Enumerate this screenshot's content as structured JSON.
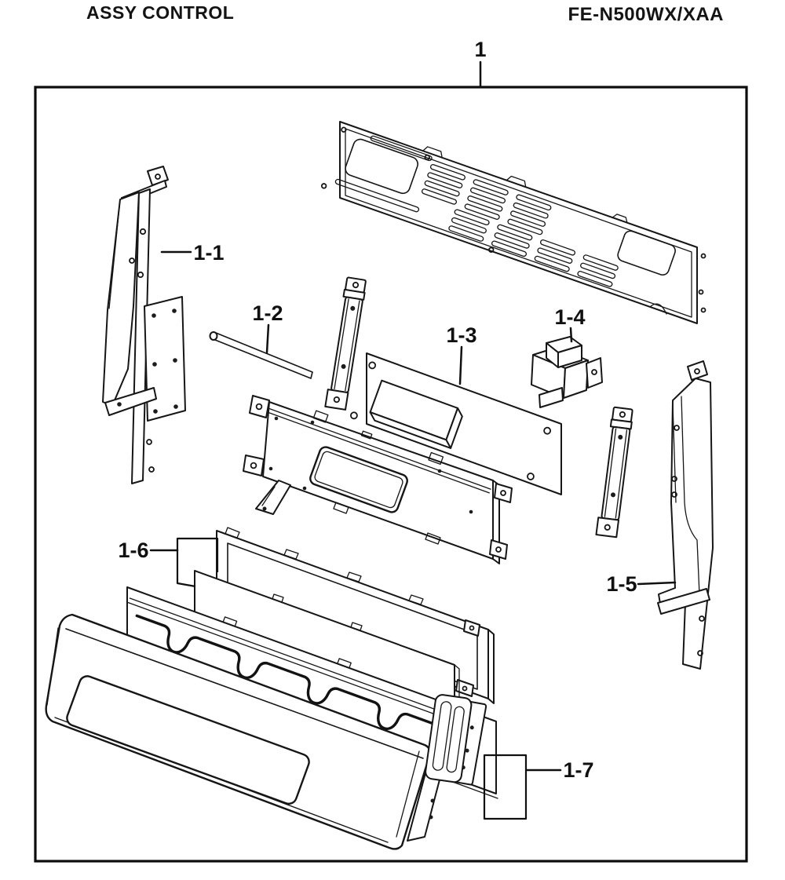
{
  "page": {
    "background": "#ffffff",
    "ink": "#161616"
  },
  "header": {
    "title": "ASSY CONTROL",
    "model": "FE-N500WX/XAA"
  },
  "figure": {
    "callouts": {
      "main": "1",
      "c11": "1-1",
      "c12": "1-2",
      "c13": "1-3",
      "c14": "1-4",
      "c15": "1-5",
      "c16": "1-6",
      "c17": "1-7"
    }
  }
}
